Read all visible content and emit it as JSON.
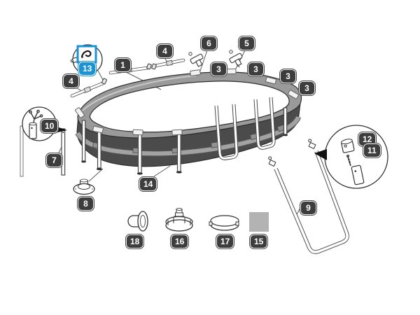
{
  "diagram": {
    "type": "exploded-parts-diagram",
    "subject": "oval-frame-pool-spare-parts",
    "colors": {
      "background": "#ffffff",
      "label_bg": "#3d3d3d",
      "label_text": "#ffffff",
      "highlight_blue": "#1a93d6",
      "pool_wall": "#4b4b4b",
      "top_rail": "#9a9a9a",
      "wall_band": "#a2a2a2",
      "patch_swatch": "#b3b3b3",
      "line": "#5a5a5a"
    },
    "highlight": {
      "icon": "clip-pin-icon",
      "marker": "13"
    },
    "markers": [
      {
        "num": "13",
        "highlight": true
      },
      {
        "num": "4"
      },
      {
        "num": "1"
      },
      {
        "num": "4"
      },
      {
        "num": "6"
      },
      {
        "num": "5"
      },
      {
        "num": "3"
      },
      {
        "num": "3"
      },
      {
        "num": "3"
      },
      {
        "num": "3"
      },
      {
        "num": "10"
      },
      {
        "num": "7"
      },
      {
        "num": "8"
      },
      {
        "num": "14"
      },
      {
        "num": "9"
      },
      {
        "num": "12"
      },
      {
        "num": "11"
      },
      {
        "num": "18"
      },
      {
        "num": "16"
      },
      {
        "num": "17"
      },
      {
        "num": "15"
      }
    ]
  }
}
